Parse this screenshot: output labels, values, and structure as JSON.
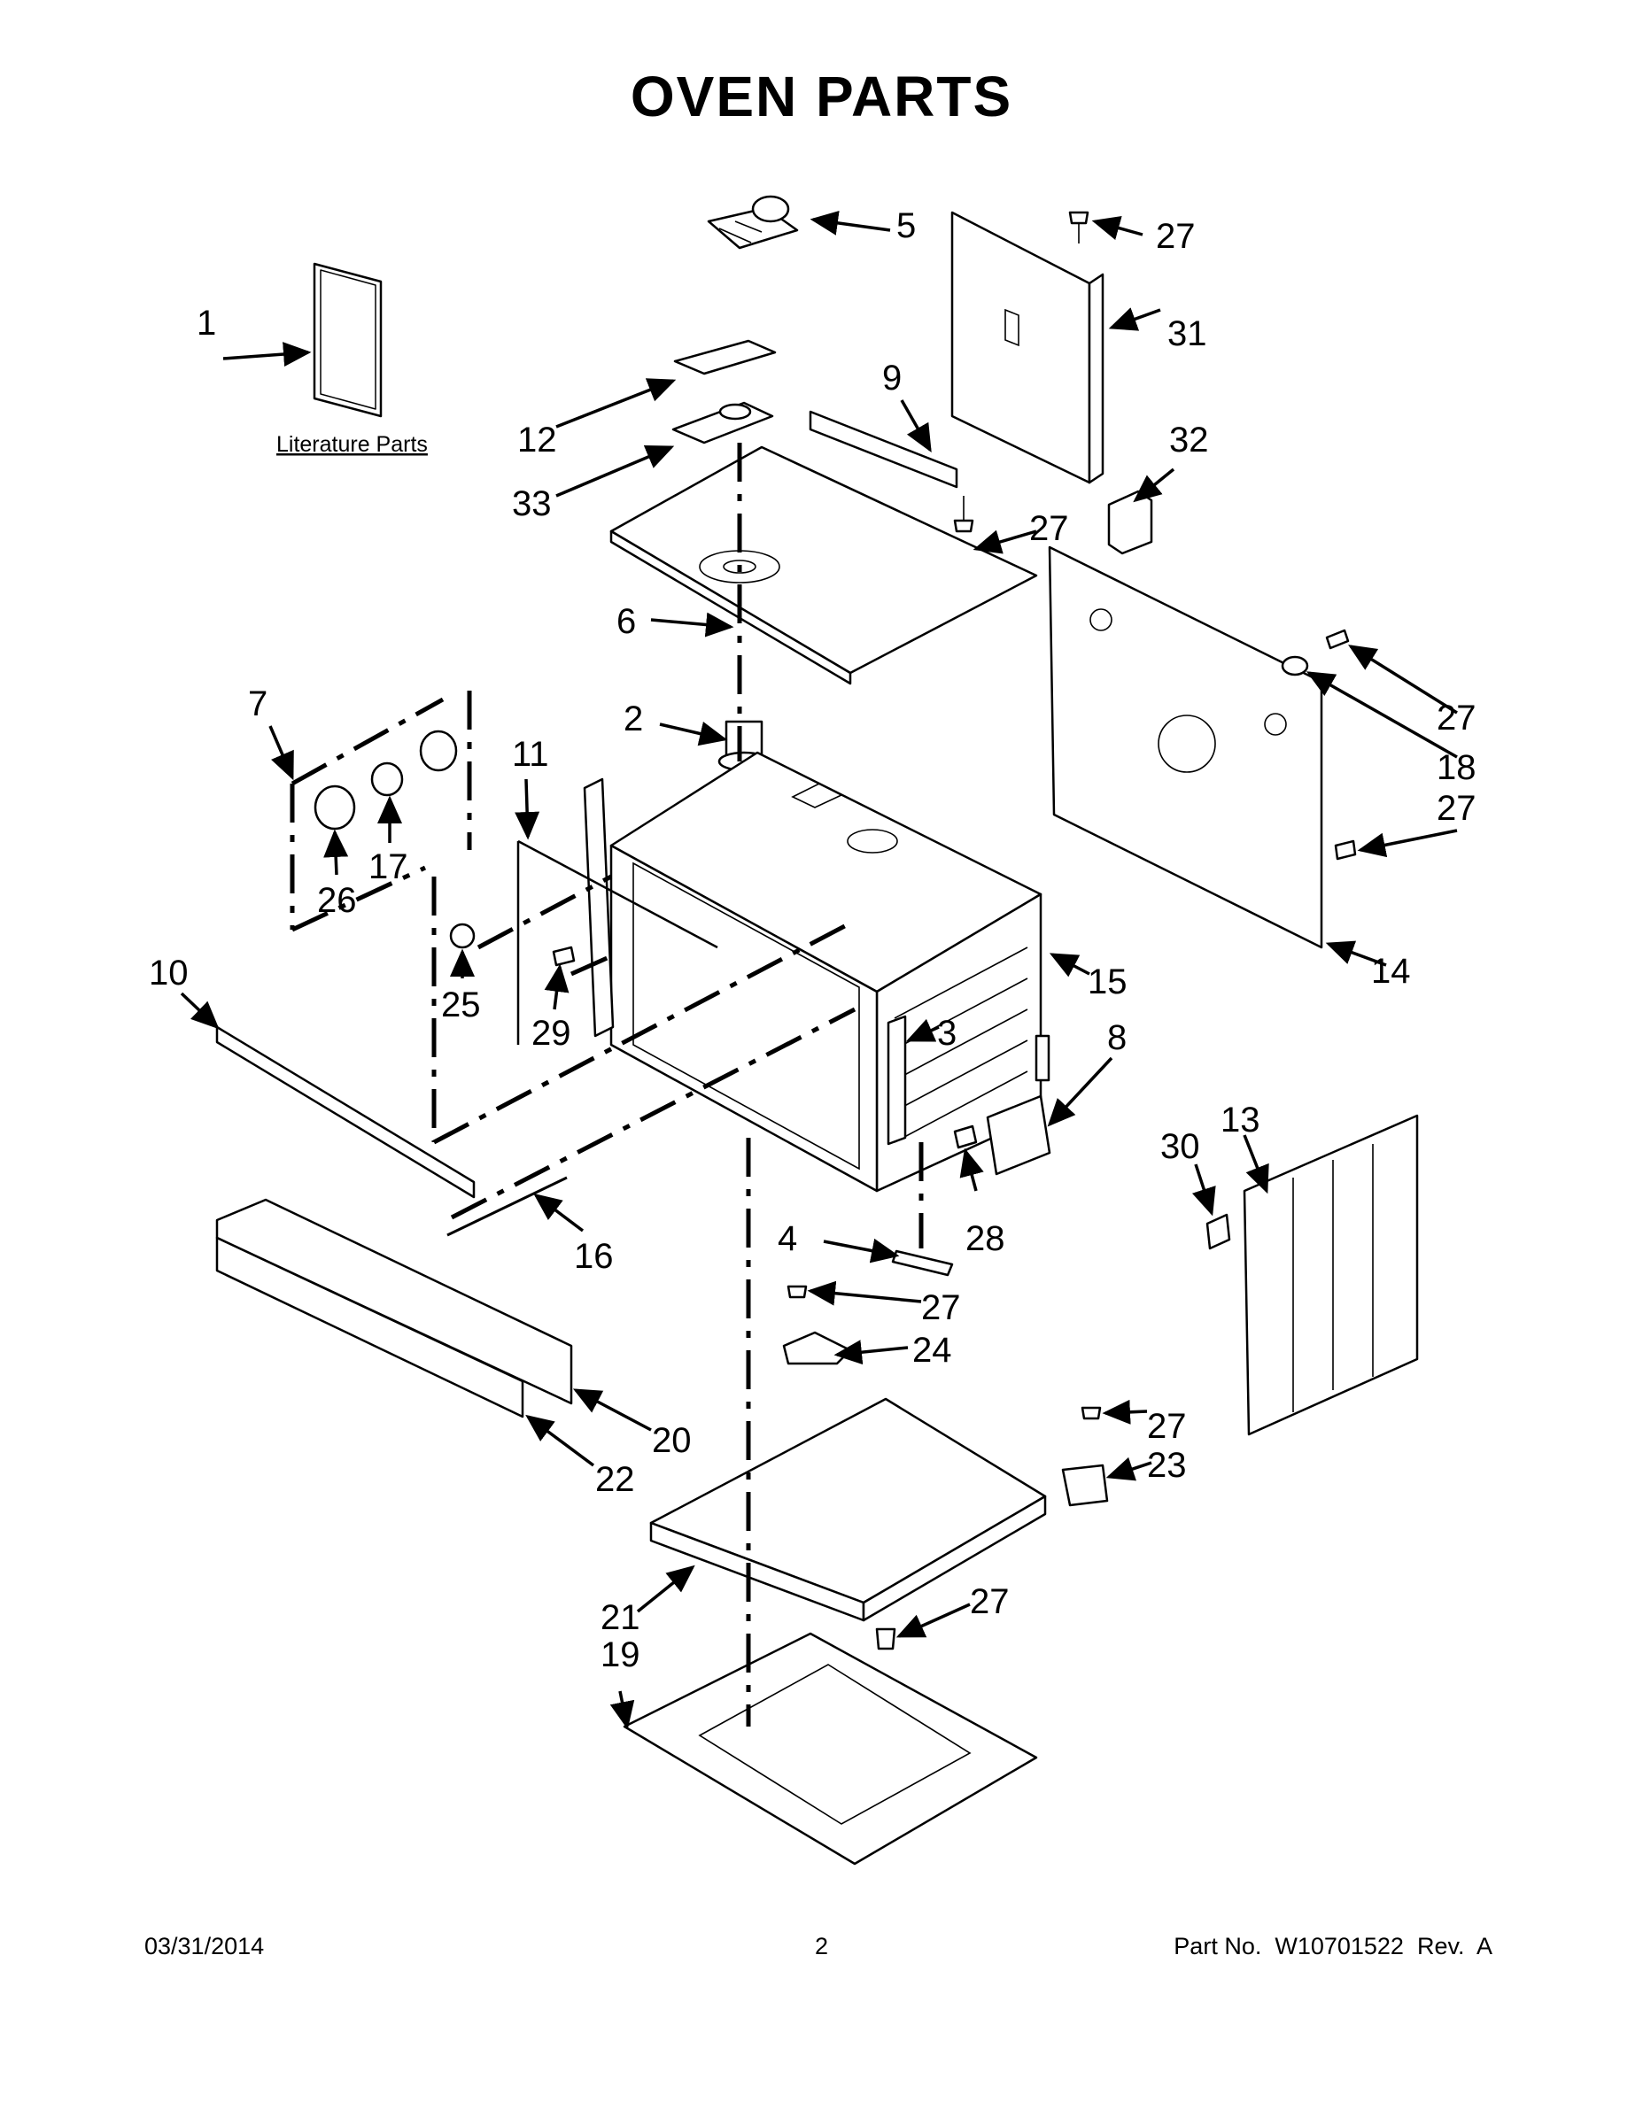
{
  "title": "OVEN PARTS",
  "literature_label": "Literature Parts",
  "footer": {
    "date": "03/31/2014",
    "page": "2",
    "part": "Part No.  W10701522  Rev.  A"
  },
  "callouts": {
    "c1": "1",
    "c2": "2",
    "c3": "3",
    "c4": "4",
    "c5": "5",
    "c6": "6",
    "c7": "7",
    "c8": "8",
    "c9": "9",
    "c10": "10",
    "c11": "11",
    "c12": "12",
    "c13": "13",
    "c14": "14",
    "c15": "15",
    "c16": "16",
    "c17": "17",
    "c18": "18",
    "c19": "19",
    "c20": "20",
    "c21": "21",
    "c22": "22",
    "c23": "23",
    "c24": "24",
    "c25": "25",
    "c26": "26",
    "c27": "27",
    "c28": "28",
    "c29": "29",
    "c30": "30",
    "c31": "31",
    "c32": "32",
    "c33": "33"
  }
}
